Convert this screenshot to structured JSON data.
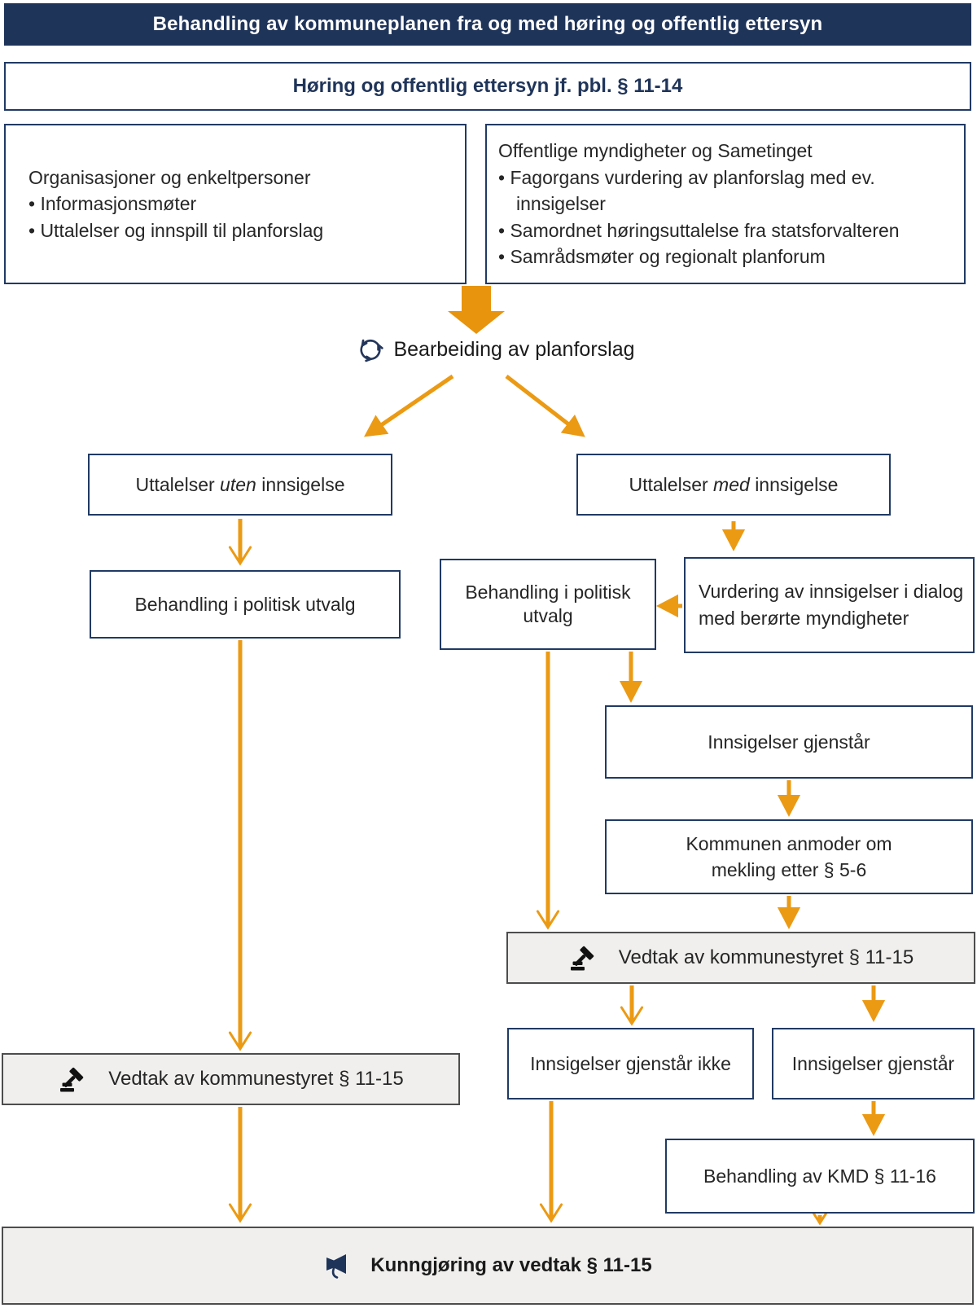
{
  "header": {
    "title": "Behandling av kommuneplanen fra og med høring og offentlig ettersyn"
  },
  "horing_box": {
    "text": "Høring og offentlig ettersyn jf. pbl. § 11-14"
  },
  "org_box": {
    "title": "Organisasjoner og enkeltpersoner",
    "items": [
      "• Informasjonsmøter",
      "• Uttalelser og innspill til planforslag"
    ]
  },
  "myndigheter_box": {
    "title": "Offentlige myndigheter og Sametinget",
    "items": [
      "• Fagorgans vurdering av planforslag med ev. innsigelser",
      "• Samordnet høringsuttalelse fra statsforvalteren",
      "• Samrådsmøter og regionalt planforum"
    ]
  },
  "bearbeiding": {
    "label": "Bearbeiding av planforslag",
    "icon": "cycle-arrows-icon"
  },
  "uten_box": {
    "prefix": "Uttalelser",
    "emphasis": "uten",
    "suffix": "innsigelse"
  },
  "med_box": {
    "prefix": "Uttalelser",
    "emphasis": "med",
    "suffix": "innsigelse"
  },
  "behandling_left_box": {
    "text": "Behandling i politisk utvalg"
  },
  "behandling_mid_box": {
    "text": "Behandling i politisk utvalg"
  },
  "vurdering_box": {
    "text": "Vurdering av innsigelser i dialog med berørte myndigheter"
  },
  "innsigelser_gjenstar_box": {
    "text": "Innsigelser gjenstår"
  },
  "kommunen_box": {
    "line1": "Kommunen anmoder om",
    "line2": "mekling etter § 5-6"
  },
  "vedtak_right_box": {
    "text": "Vedtak av kommunestyret § 11-15",
    "icon": "gavel-icon"
  },
  "vedtak_left_box": {
    "text": "Vedtak av kommunestyret § 11-15",
    "icon": "gavel-icon"
  },
  "innsigelser_ikke_box": {
    "text": "Innsigelser gjenstår ikke"
  },
  "innsigelser_gjenstar2_box": {
    "text": "Innsigelser gjenstår"
  },
  "kmd_box": {
    "text": "Behandling av KMD § 11-16"
  },
  "kunngjoring_bar": {
    "text": "Kunngjøring av vedtak § 11-15",
    "icon": "megaphone-icon"
  },
  "colors": {
    "navy": "#1F3459",
    "border_navy": "#203A64",
    "arrow_orange": "#EB9A14",
    "gray_fill": "#F0EFED",
    "gray_border": "#4D4D4D",
    "text": "#262626"
  }
}
